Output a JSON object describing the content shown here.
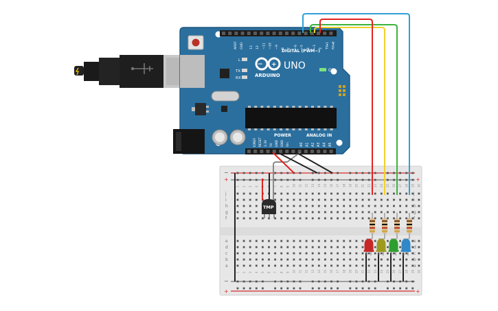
{
  "arduino": {
    "model": "UNO",
    "brand": "ARDUINO",
    "digital_header": "DIGITAL (PWM~)",
    "power_header": "POWER",
    "analog_header": "ANALOG IN",
    "aref": "AREF",
    "gnd": "GND",
    "digital_pins": [
      "13",
      "12",
      "~11",
      "~10",
      "~9",
      "8",
      "7",
      "~6",
      "~5",
      "4",
      "~3",
      "2",
      "TX▸1",
      "RX◂0"
    ],
    "power_pins": [
      "IOREF",
      "RESET",
      "3.3V",
      "5V",
      "GND",
      "GND",
      "Vin"
    ],
    "analog_pins": [
      "A0",
      "A1",
      "A2",
      "A3",
      "A4",
      "A5"
    ],
    "led_labels": [
      "L",
      "TX",
      "RX"
    ],
    "on_label": "ON",
    "reset_icon": "reset-button-icon",
    "usb_icon": "usb-plug-icon",
    "power_jack_icon": "barrel-jack-icon"
  },
  "breadboard": {
    "rows_top": [
      "j",
      "i",
      "h",
      "g",
      "f"
    ],
    "rows_bottom": [
      "e",
      "d",
      "c",
      "b",
      "a"
    ],
    "columns": [
      "1",
      "2",
      "3",
      "4",
      "5",
      "6",
      "7",
      "8",
      "9",
      "10",
      "11",
      "12",
      "13",
      "14",
      "15",
      "16",
      "17",
      "18",
      "19",
      "20",
      "21",
      "22",
      "23",
      "24",
      "25",
      "26",
      "27",
      "28",
      "29",
      "30"
    ],
    "plus": "+",
    "minus": "−"
  },
  "sensor": {
    "label": "TMP"
  },
  "leds": [
    {
      "name": "red",
      "color": "#c62828"
    },
    {
      "name": "yellow",
      "color": "#9e9a1e"
    },
    {
      "name": "green",
      "color": "#2e9e2e"
    },
    {
      "name": "blue",
      "color": "#2f88c8"
    }
  ],
  "colors": {
    "board": "#2b6f9e",
    "board_edge": "#1f577e",
    "breadboard": "#e7e7e7",
    "rail_red": "#d92b2b",
    "wire_red": "#e3231e",
    "wire_yellow": "#f2d02a",
    "wire_green": "#3cb33c",
    "wire_blue": "#2fa0d8",
    "wire_black": "#222222",
    "wire_gray": "#8a8a8a"
  }
}
